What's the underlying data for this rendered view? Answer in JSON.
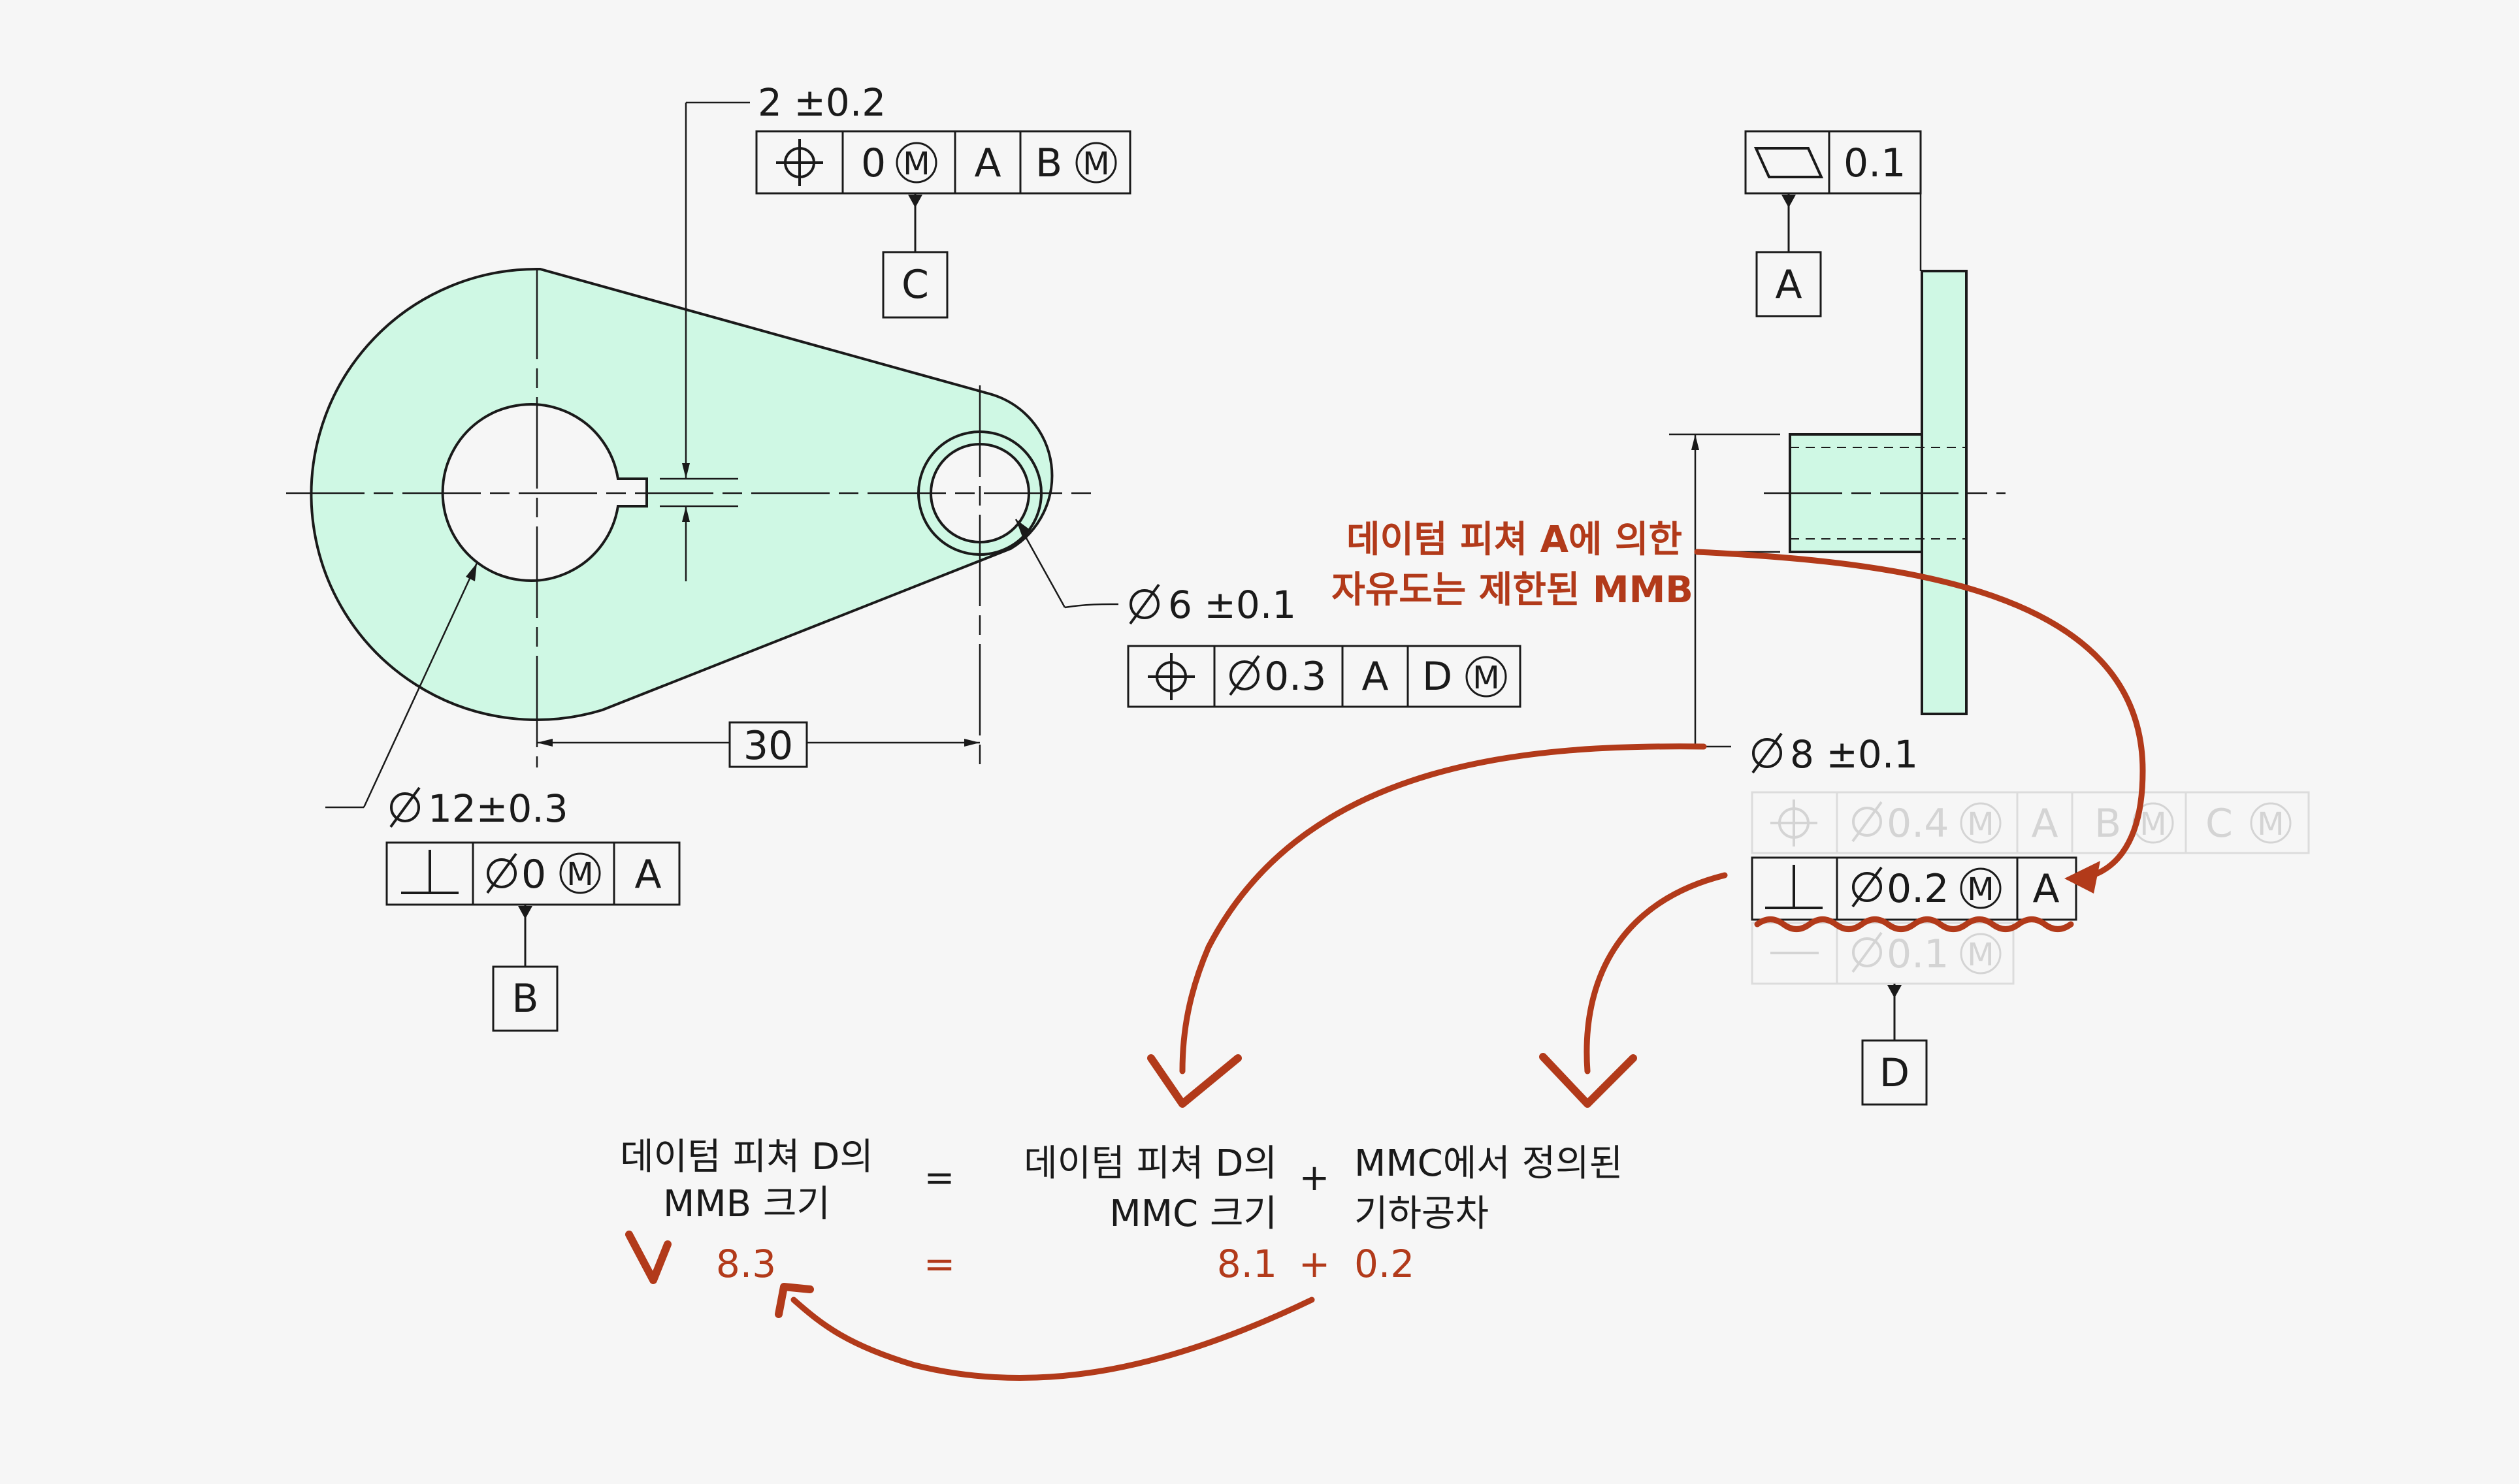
{
  "colors": {
    "background": "#f6f6f6",
    "part_fill": "#cff8e4",
    "line": "#1a1a1a",
    "ghost": "#d4d4d4",
    "annotation_red": "#b23a1a"
  },
  "icons": {
    "position": "position-icon",
    "perpendicularity": "perpendicularity-icon",
    "flatness": "flatness-icon",
    "straightness": "straightness-icon",
    "diameter": "diameter-icon",
    "mmc": "mmc-modifier-icon"
  },
  "front_view": {
    "keyway_dim": "2 ±0.2",
    "keyway_fcf": {
      "tolerance": "0",
      "datum1": "A",
      "datum2": "B"
    },
    "keyway_datum": "C",
    "small_hole_dim": "6 ±0.1",
    "small_hole_fcf": {
      "tolerance": "0.3",
      "datum1": "A",
      "datum2": "D"
    },
    "center_distance": "30",
    "big_hole_dim": "12±0.3",
    "big_hole_fcf": {
      "tolerance": "0",
      "datum1": "A"
    },
    "big_hole_datum": "B"
  },
  "side_view": {
    "flatness_tolerance": "0.1",
    "flatness_datum": "A",
    "boss_dim": "8 ±0.1",
    "ghost_position_fcf": {
      "tolerance": "0.4",
      "datum1": "A",
      "datum2": "B",
      "datum3": "C"
    },
    "perp_fcf": {
      "tolerance": "0.2",
      "datum1": "A"
    },
    "ghost_straight_fcf": {
      "tolerance": "0.1"
    },
    "boss_datum": "D"
  },
  "annotations": {
    "dof_line1": "데이텀 피쳐 A에 의한",
    "dof_line2": "자유도는 제한된 MMB"
  },
  "equation": {
    "lhs_line1": "데이텀 피쳐 D의",
    "lhs_line2": "MMB 크기",
    "equals": "=",
    "mid_line1": "데이텀 피쳐 D의",
    "mid_line2": "MMC 크기",
    "plus": "+",
    "rhs_line1": "MMC에서 정의된",
    "rhs_line2": "기하공차",
    "lhs_value": "8.3",
    "mid_value": "8.1",
    "rhs_value": "0.2"
  }
}
